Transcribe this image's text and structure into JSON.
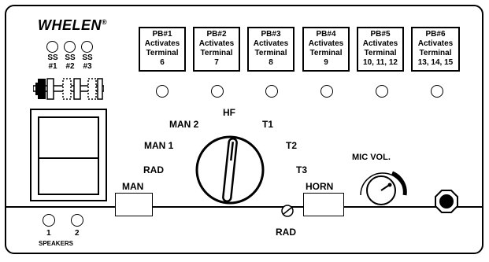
{
  "brand": {
    "name": "WHELEN",
    "mark": "®"
  },
  "slide_switches": [
    {
      "label_top": "SS",
      "label_bottom": "#1"
    },
    {
      "label_top": "SS",
      "label_bottom": "#2"
    },
    {
      "label_top": "SS",
      "label_bottom": "#3"
    }
  ],
  "pushbuttons": [
    {
      "id": "PB#1",
      "action": "Activates",
      "terminal_word": "Terminal",
      "terminals": "6"
    },
    {
      "id": "PB#2",
      "action": "Activates",
      "terminal_word": "Terminal",
      "terminals": "7"
    },
    {
      "id": "PB#3",
      "action": "Activates",
      "terminal_word": "Terminal",
      "terminals": "8"
    },
    {
      "id": "PB#4",
      "action": "Activates",
      "terminal_word": "Terminal",
      "terminals": "9"
    },
    {
      "id": "PB#5",
      "action": "Activates",
      "terminal_word": "Terminal",
      "terminals": "10, 11, 12"
    },
    {
      "id": "PB#6",
      "action": "Activates",
      "terminal_word": "Terminal",
      "terminals": "13, 14, 15"
    }
  ],
  "rotary_positions": {
    "hf": "HF",
    "man2": "MAN 2",
    "man1": "MAN 1",
    "rad": "RAD",
    "t1": "T1",
    "t2": "T2",
    "t3": "T3"
  },
  "buttons": {
    "man": "MAN",
    "horn": "HORN",
    "rad": "RAD"
  },
  "mic_volume": {
    "label": "MIC VOL."
  },
  "speakers": {
    "one": "1",
    "two": "2",
    "label": "SPEAKERS"
  }
}
